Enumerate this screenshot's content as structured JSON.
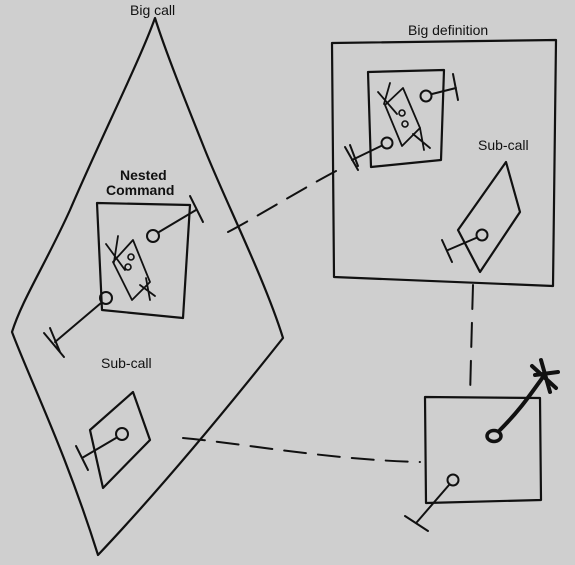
{
  "labels": {
    "big_call": "Big call",
    "big_definition": "Big definition",
    "nested_command_line1": "Nested",
    "nested_command_line2": "Command",
    "sub_call_left": "Sub-call",
    "sub_call_right": "Sub-call"
  },
  "colors": {
    "background": "#cfcfcf",
    "ink": "#111111"
  }
}
